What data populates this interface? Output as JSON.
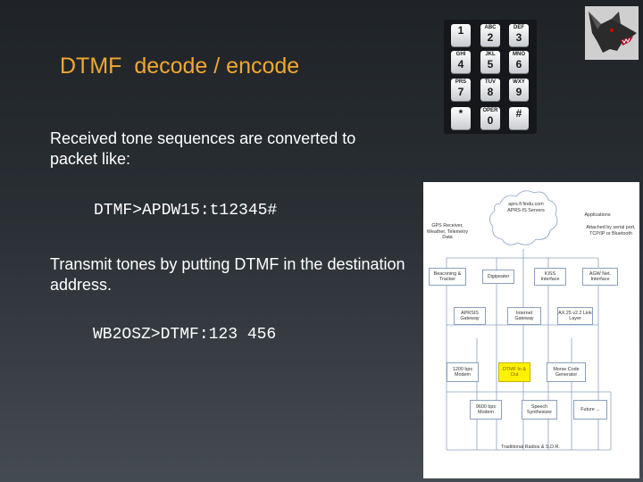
{
  "slide": {
    "title": "DTMF  decode / encode",
    "para1": "Received tone sequences are converted to packet like:",
    "code1": "DTMF>APDW15:t12345#",
    "para2": "Transmit tones by putting DTMF in the destination address.",
    "code2": "WB2OSZ>DTMF:123 456"
  },
  "keypad": {
    "keys": [
      {
        "letters": "",
        "digit": "1"
      },
      {
        "letters": "ABC",
        "digit": "2"
      },
      {
        "letters": "DEF",
        "digit": "3"
      },
      {
        "letters": "GHI",
        "digit": "4"
      },
      {
        "letters": "JKL",
        "digit": "5"
      },
      {
        "letters": "MNO",
        "digit": "6"
      },
      {
        "letters": "PRS",
        "digit": "7"
      },
      {
        "letters": "TUV",
        "digit": "8"
      },
      {
        "letters": "WXY",
        "digit": "9"
      },
      {
        "letters": "",
        "digit": "*"
      },
      {
        "letters": "OPER",
        "digit": "0"
      },
      {
        "letters": "",
        "digit": "#"
      }
    ]
  },
  "logo": {
    "icon": "wolf-head-icon"
  },
  "diagram": {
    "cloud": "aprs.fi findu.com\nAPRS-IS Servers",
    "gps": "GPS Receiver, Weather, Telemetry Data",
    "applications": "Applications",
    "attached": "Attached by serial port, TCP/IP or Bluetooth",
    "beaconing": "Beaconing & Tracker",
    "digipeater": "Digipeater",
    "kiss": "KISS Interface",
    "agw": "AGW Net. Interface",
    "aprsis_gw": "APRSIS Gateway",
    "internet_gw": "Internet Gateway",
    "ax25": "AX.25 v2.2 Link Layer",
    "m1200": "1200 bps Modem",
    "dtmf": "DTMF In & Out",
    "morse": "Morse Code Generator",
    "m9600": "9600 bps Modem",
    "speech": "Speech Synthesizer",
    "future": "Future ...",
    "radios": "Traditional Radios  &  S.D.R."
  }
}
